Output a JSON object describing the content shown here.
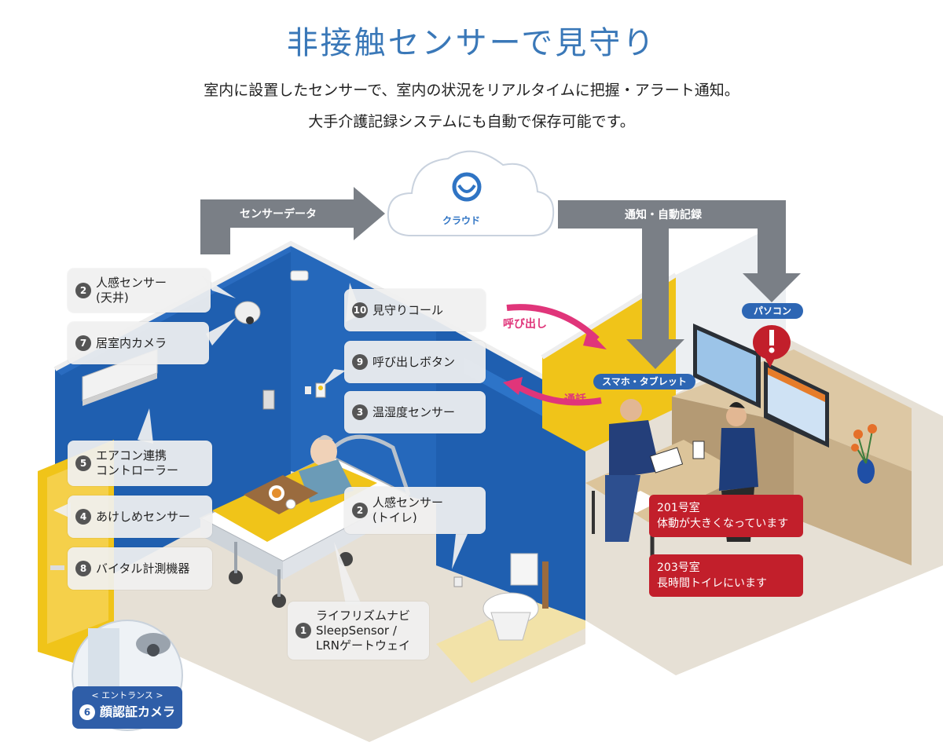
{
  "header": {
    "title": "非接触センサーで見守り",
    "subtitle_line1": "室内に設置したセンサーで、室内の状況をリアルタイムに把握・アラート通知。",
    "subtitle_line2": "大手介護記録システムにも自動で保存可能です。"
  },
  "flow": {
    "sensor_data_label": "センサーデータ",
    "cloud_label": "クラウド",
    "notify_label": "通知・自動記録",
    "pc_label": "パソコン",
    "smartphone_label": "スマホ・タブレット",
    "call_label": "呼び出し",
    "talk_label": "通話"
  },
  "callouts": [
    {
      "num": "2",
      "line1": "人感センサー",
      "line2": "(天井)"
    },
    {
      "num": "7",
      "line1": "居室内カメラ",
      "line2": ""
    },
    {
      "num": "5",
      "line1": "エアコン連携",
      "line2": "コントローラー"
    },
    {
      "num": "4",
      "line1": "あけしめセンサー",
      "line2": ""
    },
    {
      "num": "8",
      "line1": "バイタル計測機器",
      "line2": ""
    },
    {
      "num": "10",
      "line1": "見守りコール",
      "line2": ""
    },
    {
      "num": "9",
      "line1": "呼び出しボタン",
      "line2": ""
    },
    {
      "num": "3",
      "line1": "温湿度センサー",
      "line2": ""
    },
    {
      "num": "2",
      "line1": "人感センサー",
      "line2": "(トイレ)"
    },
    {
      "num": "1",
      "line1": "ライフリズムナビ",
      "line2": "SleepSensor /",
      "line3": "LRNゲートウェイ"
    }
  ],
  "alerts": [
    {
      "room": "201号室",
      "message": "体動が大きくなっています"
    },
    {
      "room": "203号室",
      "message": "長時間トイレにいます"
    }
  ],
  "entrance": {
    "label": "< エントランス >",
    "num": "6",
    "name": "顔認証カメラ"
  },
  "colors": {
    "title_blue": "#3a78b8",
    "wall_blue": "#1f5fb0",
    "wall_yellow": "#f0c419",
    "arrow_gray": "#7a7f86",
    "alert_red": "#c21f2b",
    "pill_blue": "#2d66b4",
    "call_pink": "#e0357a"
  }
}
